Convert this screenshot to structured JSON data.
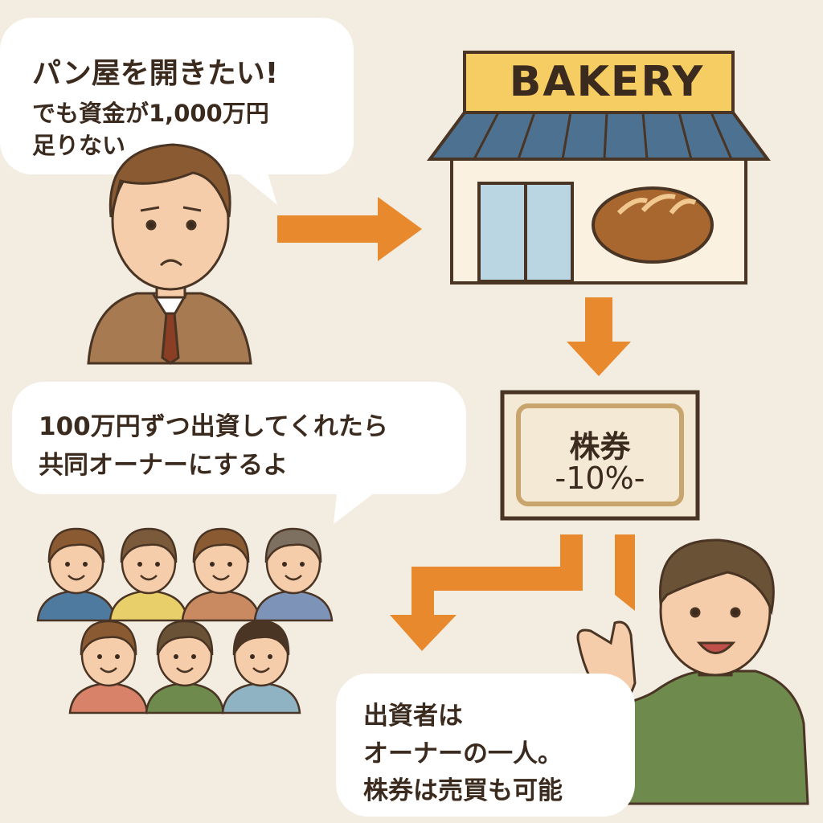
{
  "bubble_founder": {
    "line1": "パン屋を開きたい!",
    "line2": "でも資金が1,000万円",
    "line3": "足りない"
  },
  "bakery": {
    "sign": "BAKERY"
  },
  "bubble_offer": {
    "line1": "100万円ずつ出資してくれたら",
    "line2": "共同オーナーにするよ"
  },
  "certificate": {
    "title": "株券",
    "share": "-10%-"
  },
  "bubble_investor": {
    "line1": "出資者は",
    "line2": "オーナーの一人。",
    "line3": "株券は売買も可能"
  },
  "colors": {
    "background": "#f3ece0",
    "arrow": "#e8892e",
    "sign": "#f6cd62",
    "awning": "#4d7190",
    "outline": "#4a3424"
  },
  "crowd_shirts": [
    "#4f7aa0",
    "#e8cf6a",
    "#c98a62",
    "#7e93b8",
    "#d9826a",
    "#6f8a4d",
    "#8fb3c2"
  ]
}
